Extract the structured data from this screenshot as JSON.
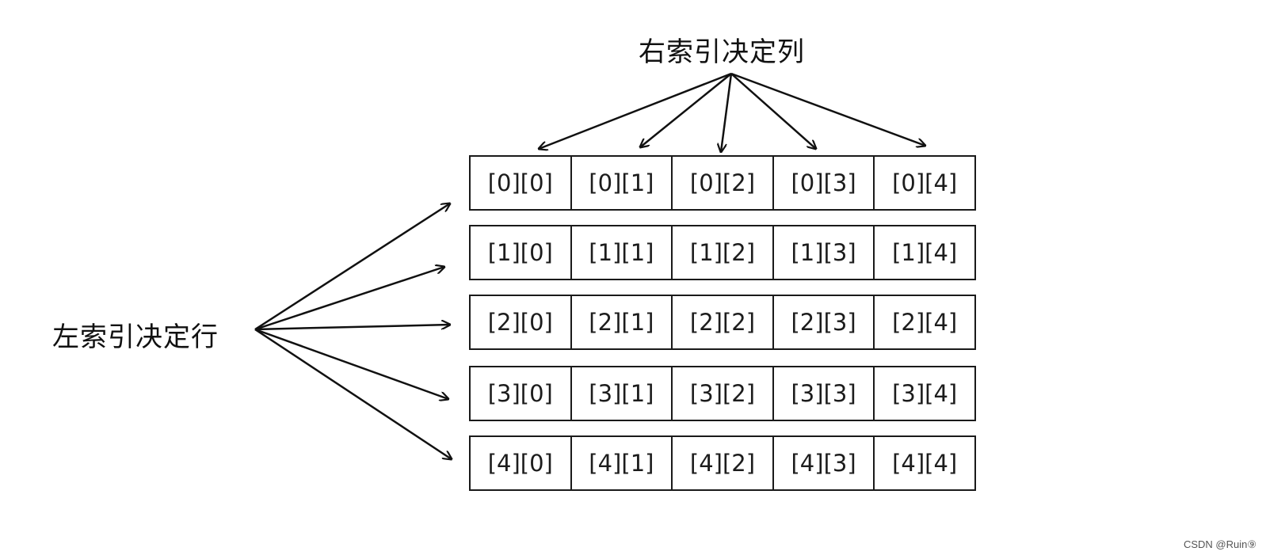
{
  "top_label": "右索引决定列",
  "left_label": "左索引决定行",
  "grid": [
    [
      "[0][0]",
      "[0][1]",
      "[0][2]",
      "[0][3]",
      "[0][4]"
    ],
    [
      "[1][0]",
      "[1][1]",
      "[1][2]",
      "[1][3]",
      "[1][4]"
    ],
    [
      "[2][0]",
      "[2][1]",
      "[2][2]",
      "[2][3]",
      "[2][4]"
    ],
    [
      "[3][0]",
      "[3][1]",
      "[3][2]",
      "[3][3]",
      "[3][4]"
    ],
    [
      "[4][0]",
      "[4][1]",
      "[4][2]",
      "[4][3]",
      "[4][4]"
    ]
  ],
  "watermark": "CSDN @Ruin⑨",
  "colors": {
    "line": "#111111",
    "cell_border": "#1a1a1a",
    "text": "#1c1c1c"
  }
}
